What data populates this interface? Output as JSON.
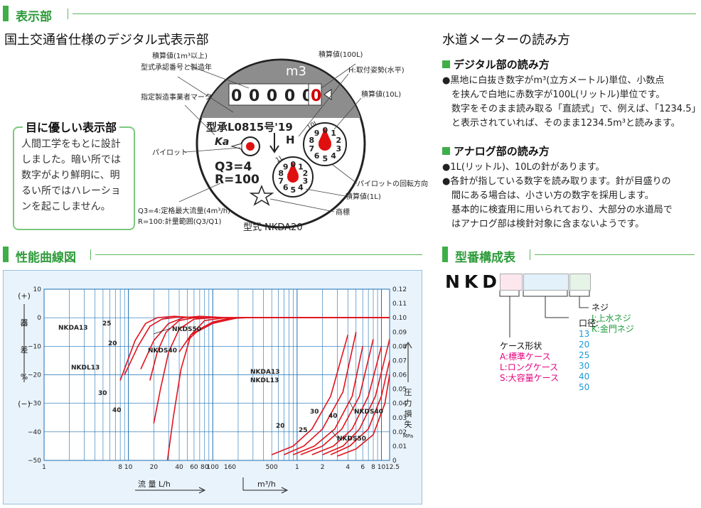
{
  "sections": {
    "display": "表示部",
    "performance": "性能曲線図",
    "model": "型番構成表"
  },
  "left_heading": "国土交通省仕様のデジタル式表示部",
  "callout": {
    "title": "目に優しい表示部",
    "body": "人間工学をもとに設計しました。暗い所では数字がより鮮明に、明るい所ではハレーションを起こしません。"
  },
  "meter": {
    "unit": "m3",
    "digits": "0 0 0 0 0.",
    "red_digit": "0",
    "approval": "型承L0815号'19",
    "h_mark": "H",
    "q3": "Q3=4",
    "r": "R=100",
    "brand": "Ka",
    "dial_10l_label": "10L",
    "dial_1l_label": "1L",
    "dial_numbers": [
      "0",
      "1",
      "2",
      "3",
      "4",
      "5",
      "6",
      "7",
      "8",
      "9"
    ],
    "model_caption": "型式 NKDA20",
    "labels": {
      "total_1m3": "積算値(1m³以上)",
      "approval_year": "型式承認番号と製造年",
      "maker": "指定製造事業者マーク",
      "pilot": "パイロット",
      "total_100l": "積算値(100L)",
      "h_posture": "H:取付姿勢(水平)",
      "total_10l": "積算値(10L)",
      "pilot_rotation": "パイロットの回転方向",
      "total_1l": "積算値(1L)",
      "trademark": "商標",
      "q3_desc": "Q3=4:定格最大流量(4m³/h)",
      "r_desc": "R=100:計量範囲(Q3/Q1)"
    }
  },
  "reading": {
    "title": "水道メーターの読み方",
    "digital_title": "デジタル部の読み方",
    "digital_lines": [
      "●黒地に白抜き数字がm³(立方メートル)単位、小数点",
      "　を挟んで白地に赤数字が100L(リットル)単位です。",
      "　数字をそのまま読み取る「直読式」で、例えば、「1234.5」",
      "　と表示されていれば、そのまま1234.5m³と読みます。"
    ],
    "analog_title": "アナログ部の読み方",
    "analog_lines": [
      "●1L(リットル)、10Lの針があります。",
      "●各針が指している数字を読み取ります。針が目盛りの",
      "　間にある場合は、小さい方の数字を採用します。",
      "　基本的に検査用に用いられており、大部分の水道局で",
      "　はアナログ部は検針対象に含まないようです。"
    ]
  },
  "model_table": {
    "prefix": "NKD",
    "case_title": "ケース形状",
    "case_items": [
      "A:標準ケース",
      "L:ロングケース",
      "S:大容量ケース"
    ],
    "diameter_title": "口径:",
    "diameter_items": [
      "13",
      "20",
      "25",
      "30",
      "40",
      "50"
    ],
    "thread_title": "ネジ",
    "thread_items": [
      "J:上水ネジ",
      "K:金門ネジ"
    ],
    "colors": {
      "case": "#e6007e",
      "diameter": "#1a9ad6",
      "thread": "#1e9e3c",
      "box_case": "#fde7ee",
      "box_diameter": "#e3f1fb",
      "box_thread": "#e6f4e7"
    }
  },
  "chart_data": {
    "type": "line",
    "x_scale": "log",
    "x_ticks_lh": [
      "1",
      "8",
      "10",
      "20",
      "40",
      "60",
      "80",
      "100",
      "160",
      "500"
    ],
    "x_ticks_m3h": [
      "1",
      "2",
      "4",
      "6",
      "8",
      "10",
      "12.5"
    ],
    "xlabel_lh": "流 量 L/h",
    "xlabel_m3h": "m³/h",
    "left_axis": {
      "label": [
        "(+)",
        "器",
        "差",
        "%",
        "(−)"
      ],
      "ticks": [
        "10",
        "0",
        "−10",
        "−20",
        "−30",
        "−40",
        "−50"
      ],
      "ylim": [
        -50,
        10
      ]
    },
    "right_axis": {
      "label": [
        "圧",
        "力",
        "損",
        "失"
      ],
      "unit": "MPa",
      "ticks": [
        "0.12",
        "0.11",
        "0.10",
        "0.09",
        "0.08",
        "0.07",
        "0.06",
        "0.05",
        "0.04",
        "0.03",
        "0.02",
        "0.01",
        "0"
      ],
      "ylim": [
        0,
        0.12
      ]
    },
    "annotations": [
      "NKDA13",
      "NKDL13",
      "25",
      "20",
      "30",
      "40",
      "NKDS50",
      "NKDS40",
      "NKDA13",
      "NKDL13",
      "30",
      "40",
      "20",
      "25",
      "NKDS40",
      "NKDS50"
    ],
    "series": [
      {
        "kind": "error",
        "x_lh": [
          8,
          12,
          16,
          22,
          35,
          60,
          200,
          1000,
          4000,
          12500
        ],
        "y": [
          -22,
          -8,
          -2,
          0,
          0.5,
          0,
          0,
          0,
          0,
          0
        ]
      },
      {
        "kind": "error",
        "x_lh": [
          9,
          13,
          18,
          25,
          40,
          80,
          300,
          1500,
          6000,
          12500
        ],
        "y": [
          -20,
          -10,
          -3,
          -0.5,
          0.3,
          0,
          0,
          0,
          0,
          0
        ]
      },
      {
        "kind": "error",
        "x_lh": [
          18,
          22,
          28,
          40,
          60,
          120,
          500,
          2000,
          12500
        ],
        "y": [
          -22,
          -12,
          -5,
          -1,
          0,
          0,
          0,
          0,
          0
        ]
      },
      {
        "kind": "error",
        "x_lh": [
          14,
          20,
          30,
          45,
          70,
          150,
          600,
          3000,
          12500
        ],
        "y": [
          -18,
          -8,
          -2,
          0,
          0.5,
          0,
          0,
          0,
          0
        ]
      },
      {
        "kind": "error",
        "x_lh": [
          20,
          24,
          30,
          40,
          60,
          100,
          300,
          2000,
          12500
        ],
        "y": [
          -37,
          -25,
          -12,
          -4,
          -0.5,
          0,
          0,
          0,
          0
        ]
      },
      {
        "kind": "error",
        "x_lh": [
          29,
          34,
          42,
          55,
          80,
          140,
          400,
          3000,
          12500
        ],
        "y": [
          -50,
          -35,
          -18,
          -6,
          -1,
          0,
          0,
          0,
          0
        ]
      },
      {
        "kind": "error",
        "x_lh": [
          40,
          55,
          80,
          120,
          200,
          500,
          2000,
          12500
        ],
        "y": [
          -12,
          -6,
          -3,
          -1,
          0,
          0,
          0,
          0
        ]
      },
      {
        "kind": "error",
        "x_lh": [
          50,
          70,
          100,
          150,
          250,
          600,
          2500,
          12500
        ],
        "y": [
          -8,
          -4,
          -1.5,
          -0.3,
          0,
          0,
          0,
          0
        ]
      },
      {
        "kind": "error",
        "x_lh": [
          55,
          75,
          100,
          140,
          200,
          400,
          2000,
          12500
        ],
        "y": [
          -6,
          -4,
          -2,
          -1,
          0,
          0,
          0,
          0
        ]
      },
      {
        "kind": "pressure",
        "x_lh": [
          500,
          900,
          1500,
          2500,
          4000
        ],
        "y": [
          0.004,
          0.01,
          0.022,
          0.045,
          0.088
        ]
      },
      {
        "kind": "pressure",
        "x_lh": [
          700,
          1200,
          2000,
          3500,
          5000
        ],
        "y": [
          0.004,
          0.01,
          0.022,
          0.048,
          0.09
        ]
      },
      {
        "kind": "pressure",
        "x_lh": [
          900,
          1600,
          2800,
          4500,
          6000
        ],
        "y": [
          0.004,
          0.01,
          0.022,
          0.045,
          0.08
        ]
      },
      {
        "kind": "pressure",
        "x_lh": [
          1100,
          2000,
          3400,
          5500,
          8000
        ],
        "y": [
          0.004,
          0.01,
          0.022,
          0.045,
          0.085
        ]
      },
      {
        "kind": "pressure",
        "x_lh": [
          1500,
          2700,
          4500,
          7000,
          10000
        ],
        "y": [
          0.004,
          0.01,
          0.022,
          0.045,
          0.08
        ]
      },
      {
        "kind": "pressure",
        "x_lh": [
          2000,
          3500,
          5500,
          8500,
          12500
        ],
        "y": [
          0.004,
          0.01,
          0.022,
          0.045,
          0.085
        ]
      },
      {
        "kind": "pressure",
        "x_lh": [
          2500,
          4200,
          7000,
          10000,
          12500
        ],
        "y": [
          0.004,
          0.01,
          0.022,
          0.045,
          0.07
        ]
      },
      {
        "kind": "pressure",
        "x_lh": [
          3000,
          5000,
          8000,
          11000,
          12500
        ],
        "y": [
          0.003,
          0.008,
          0.018,
          0.04,
          0.06
        ]
      }
    ]
  }
}
